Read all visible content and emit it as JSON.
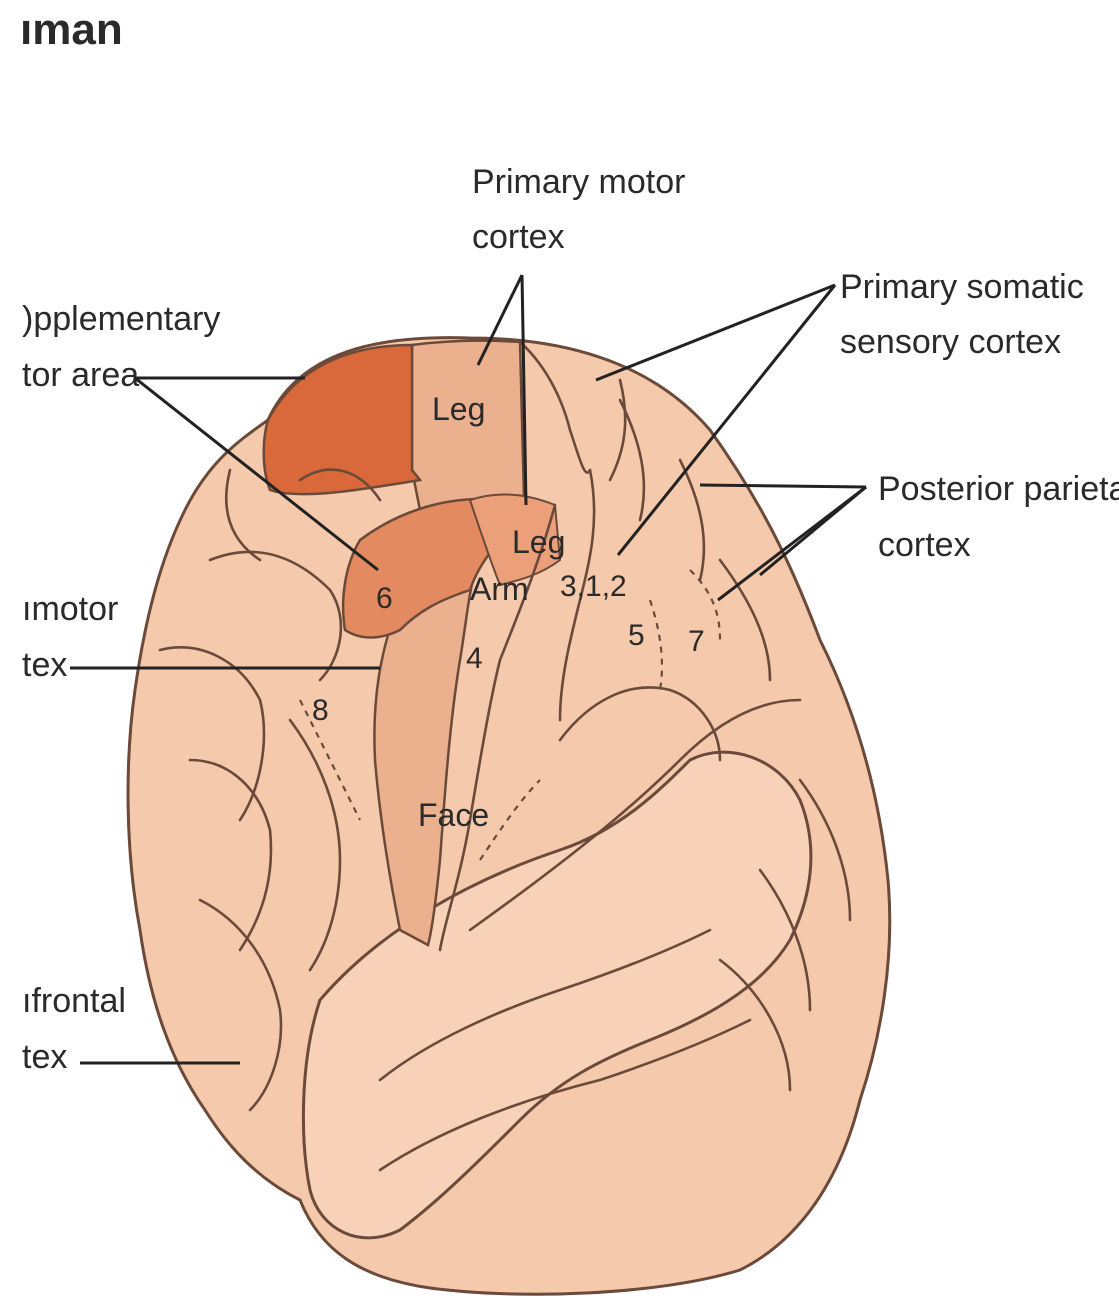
{
  "header": {
    "title": "ıman"
  },
  "labels": {
    "primary_motor": [
      "Primary motor",
      "cortex"
    ],
    "supplementary": [
      ")pplementary",
      "tor area"
    ],
    "somatic": [
      "Primary somatic",
      "sensory cortex"
    ],
    "posterior": [
      "Posterior parietal",
      "cortex"
    ],
    "premotor": [
      "ımotor",
      "tex"
    ],
    "prefrontal": [
      "ıfrontal",
      "tex"
    ]
  },
  "regions": {
    "leg_top": "Leg",
    "leg_side": "Leg",
    "arm": "Arm",
    "face": "Face"
  },
  "areas": {
    "a6": "6",
    "a4": "4",
    "a8": "8",
    "a312": "3,1,2",
    "a5": "5",
    "a7": "7"
  },
  "colors": {
    "brain_base": "#f5c9ac",
    "primary_motor": "#ebb08e",
    "supplementary": "#d9683a",
    "premotor": "#e38a60",
    "outline": "#6b4a3a"
  }
}
